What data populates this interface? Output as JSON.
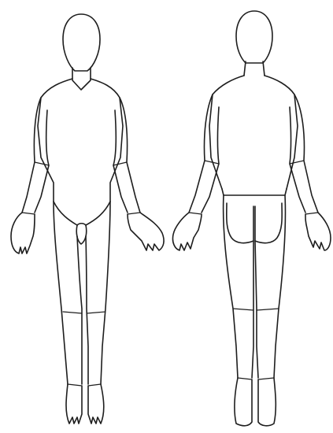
{
  "diagram": {
    "figures": [
      {
        "view": "front",
        "icon": "body-front-outline"
      },
      {
        "view": "back",
        "icon": "body-back-outline"
      }
    ],
    "colors": {
      "background": "#ffffff",
      "line": "#1e1e1e"
    }
  }
}
